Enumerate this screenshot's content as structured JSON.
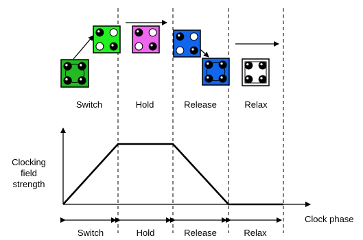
{
  "phases": [
    "Switch",
    "Hold",
    "Release",
    "Relax"
  ],
  "axis": {
    "y_label_lines": [
      "Clocking",
      "field",
      "strength"
    ],
    "x_label": "Clock phase"
  },
  "cells": [
    {
      "name": "switch-cell-start",
      "color": "#22bb22",
      "dots": [
        "black",
        "black",
        "black",
        "black"
      ],
      "center": "#22bb22"
    },
    {
      "name": "switch-cell-end",
      "color": "#22ee22",
      "dots": [
        "black",
        "white",
        "white",
        "black"
      ],
      "center": null
    },
    {
      "name": "hold-cell",
      "color": "#ee66ee",
      "dots": [
        "black",
        "white",
        "white",
        "black"
      ],
      "center": null
    },
    {
      "name": "release-cell-start",
      "color": "#1166ee",
      "dots": [
        "black",
        "white",
        "white",
        "black"
      ],
      "center": null
    },
    {
      "name": "release-cell-end",
      "color": "#1166ee",
      "dots": [
        "black",
        "black",
        "black",
        "black"
      ],
      "center": "#1166ee"
    },
    {
      "name": "relax-cell",
      "color": "#ffffff",
      "dots": [
        "black",
        "black",
        "black",
        "black"
      ],
      "center": null
    }
  ],
  "icons": {
    "arrow": "right-arrow-icon"
  }
}
